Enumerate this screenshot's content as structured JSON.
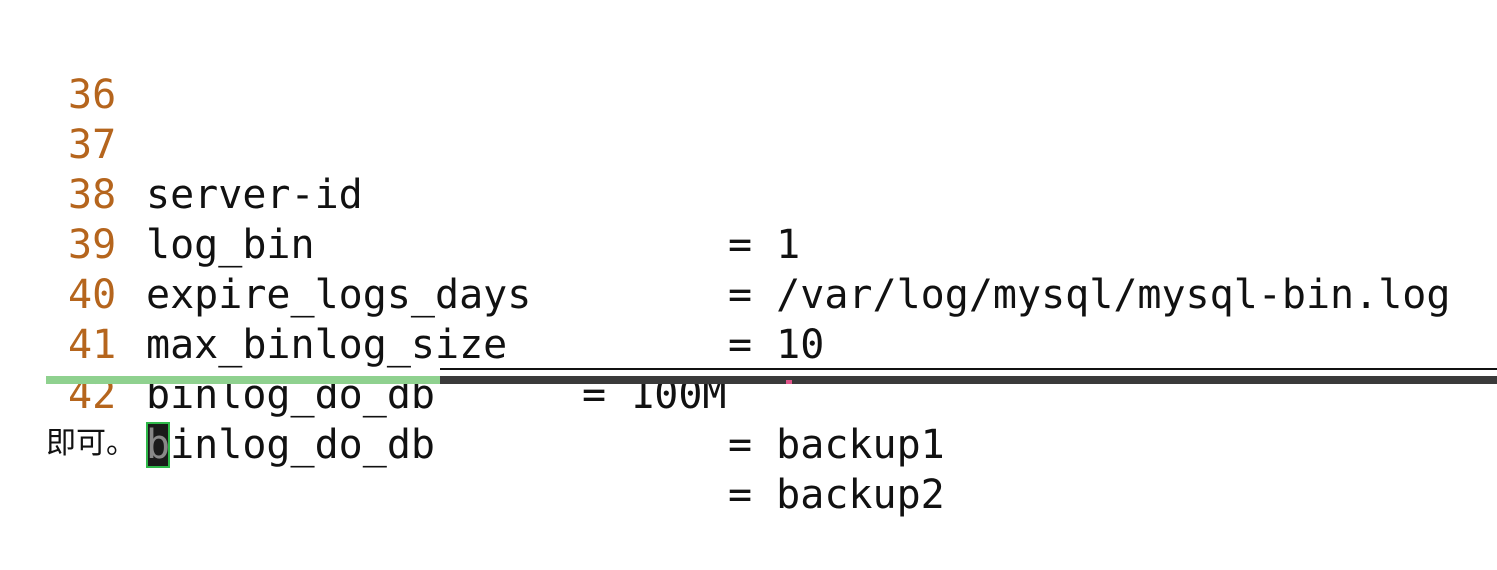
{
  "editor": {
    "lines": [
      {
        "number": "36",
        "key": "",
        "rest": ""
      },
      {
        "number": "37",
        "key": "server-id",
        "rest": "= 1"
      },
      {
        "number": "38",
        "key": "log_bin",
        "rest": "= /var/log/mysql/mysql-bin.log"
      },
      {
        "number": "39",
        "key": "expire_logs_days",
        "rest": "= 10"
      },
      {
        "number": "40",
        "key": "max_binlog_size",
        "rest": "= 100M"
      },
      {
        "number": "41",
        "key": "binlog_do_db",
        "rest": "= backup1"
      },
      {
        "number": "42",
        "key_cursor_char": "b",
        "key_rest": "inlog_do_db",
        "rest": "= backup2"
      }
    ]
  },
  "prose": {
    "text": "即可。"
  },
  "colors": {
    "line_number": "#b5651d",
    "cursor_border": "#2fb84a",
    "statusbar_active": "#8fd18f",
    "statusbar_inactive": "#3a3a3a"
  }
}
